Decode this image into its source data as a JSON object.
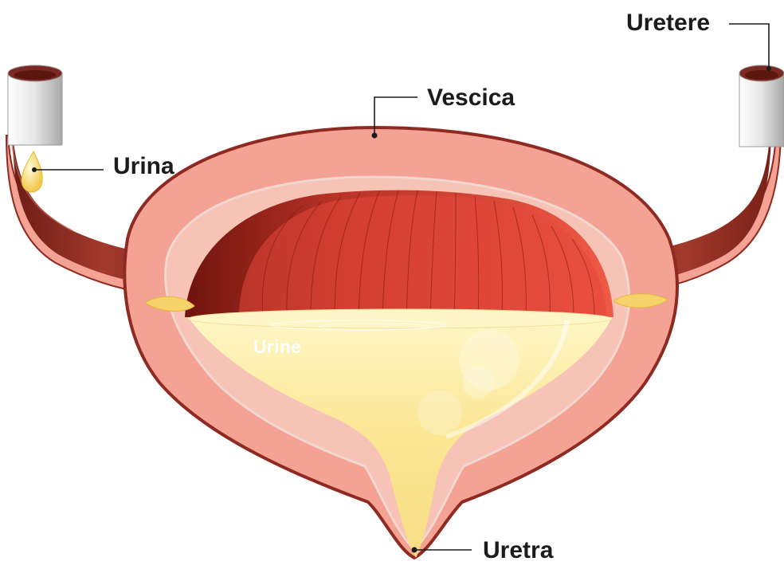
{
  "labels": {
    "uretere": "Uretere",
    "vescica": "Vescica",
    "urina": "Urina",
    "uretra": "Uretra",
    "urine_inner": "Urine"
  },
  "colors": {
    "outer_wall": "#8f2a22",
    "wall_fill": "#f3a293",
    "inner_lining": "#f7c3b6",
    "muscle_dark": "#7f1a12",
    "muscle_light": "#e8503f",
    "ureter": "#8b2c22",
    "ureter_cap": "#d9d9d9",
    "urine": "#f9e58a",
    "urine_light": "#fff6c8",
    "pointer_line": "#1b1b1b"
  }
}
